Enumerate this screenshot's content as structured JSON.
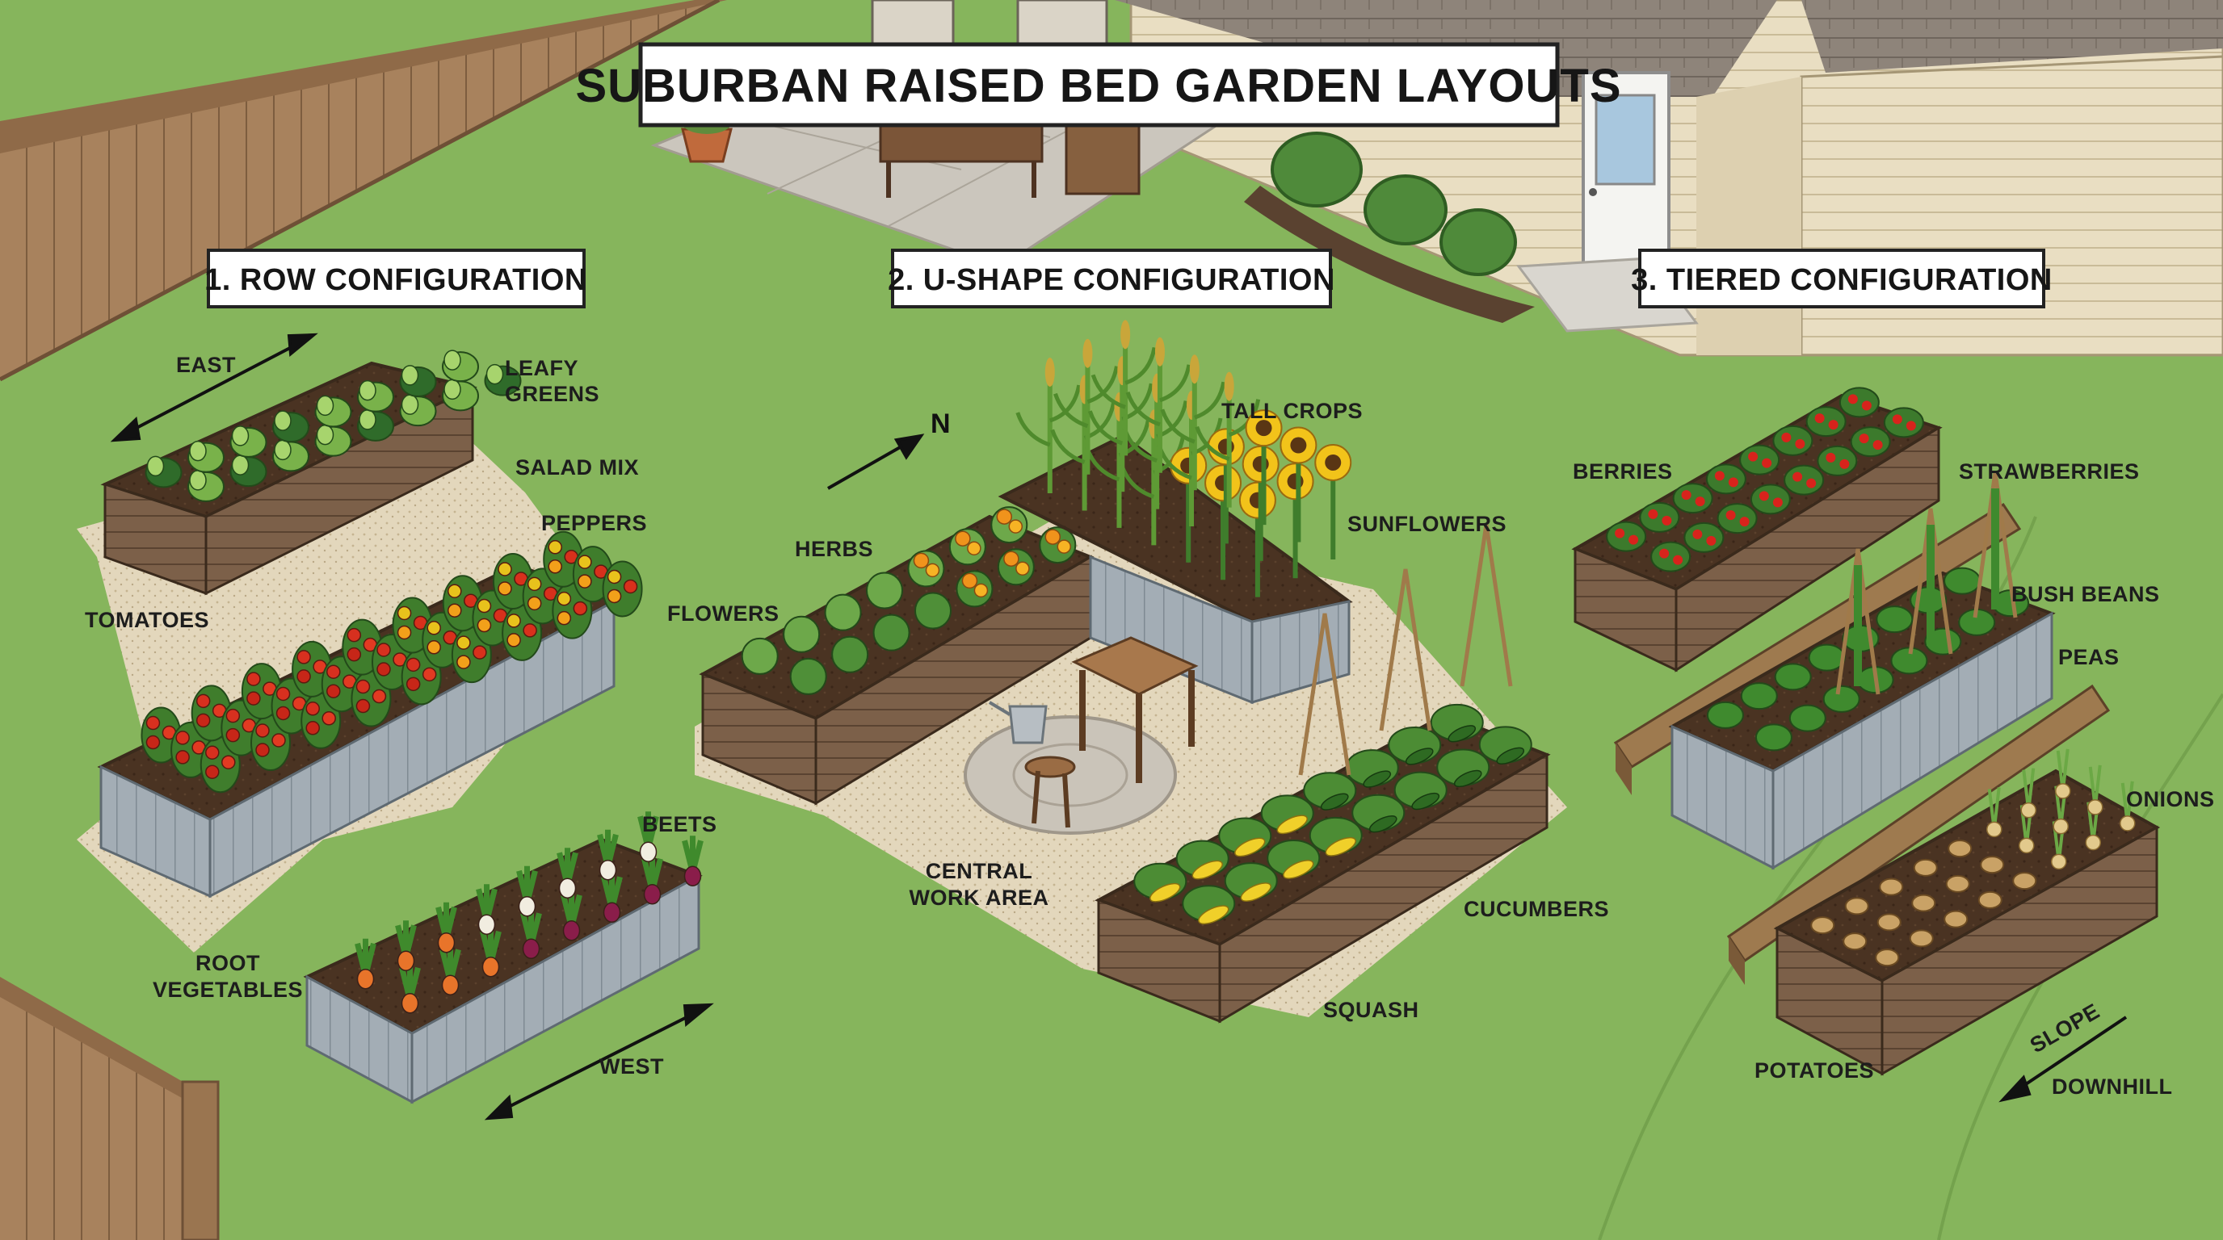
{
  "title": "SUBURBAN RAISED BED GARDEN LAYOUTS",
  "sections": {
    "row": "1. ROW CONFIGURATION",
    "ushape": "2. U-SHAPE CONFIGURATION",
    "tiered": "3. TIERED CONFIGURATION"
  },
  "row_labels": {
    "east": "EAST",
    "west": "WEST",
    "leafy_1": "LEAFY",
    "leafy_2": "GREENS",
    "salad": "SALAD MIX",
    "peppers": "PEPPERS",
    "tomatoes": "TOMATOES",
    "beets": "BEETS",
    "root_1": "ROOT",
    "root_2": "VEGETABLES"
  },
  "ushape_labels": {
    "north": "N",
    "tall": "TALL CROPS",
    "sunflowers": "SUNFLOWERS",
    "herbs": "HERBS",
    "flowers": "FLOWERS",
    "central_1": "CENTRAL",
    "central_2": "WORK AREA",
    "cucumbers": "CUCUMBERS",
    "squash": "SQUASH"
  },
  "tiered_labels": {
    "berries": "BERRIES",
    "strawberries": "STRAWBERRIES",
    "bush_beans": "BUSH BEANS",
    "peas": "PEAS",
    "onions": "ONIONS",
    "potatoes": "POTATOES",
    "slope": "SLOPE",
    "downhill": "DOWNHILL"
  },
  "colors": {
    "lawn": "#86b55c",
    "fence": "#a9825e",
    "soil": "#4a3322",
    "wood_side": "#7b6048",
    "metal_side": "#9aa4ad",
    "patio": "#c9c4bb",
    "house_siding": "#e7dcc0",
    "roof": "#8c8279"
  }
}
